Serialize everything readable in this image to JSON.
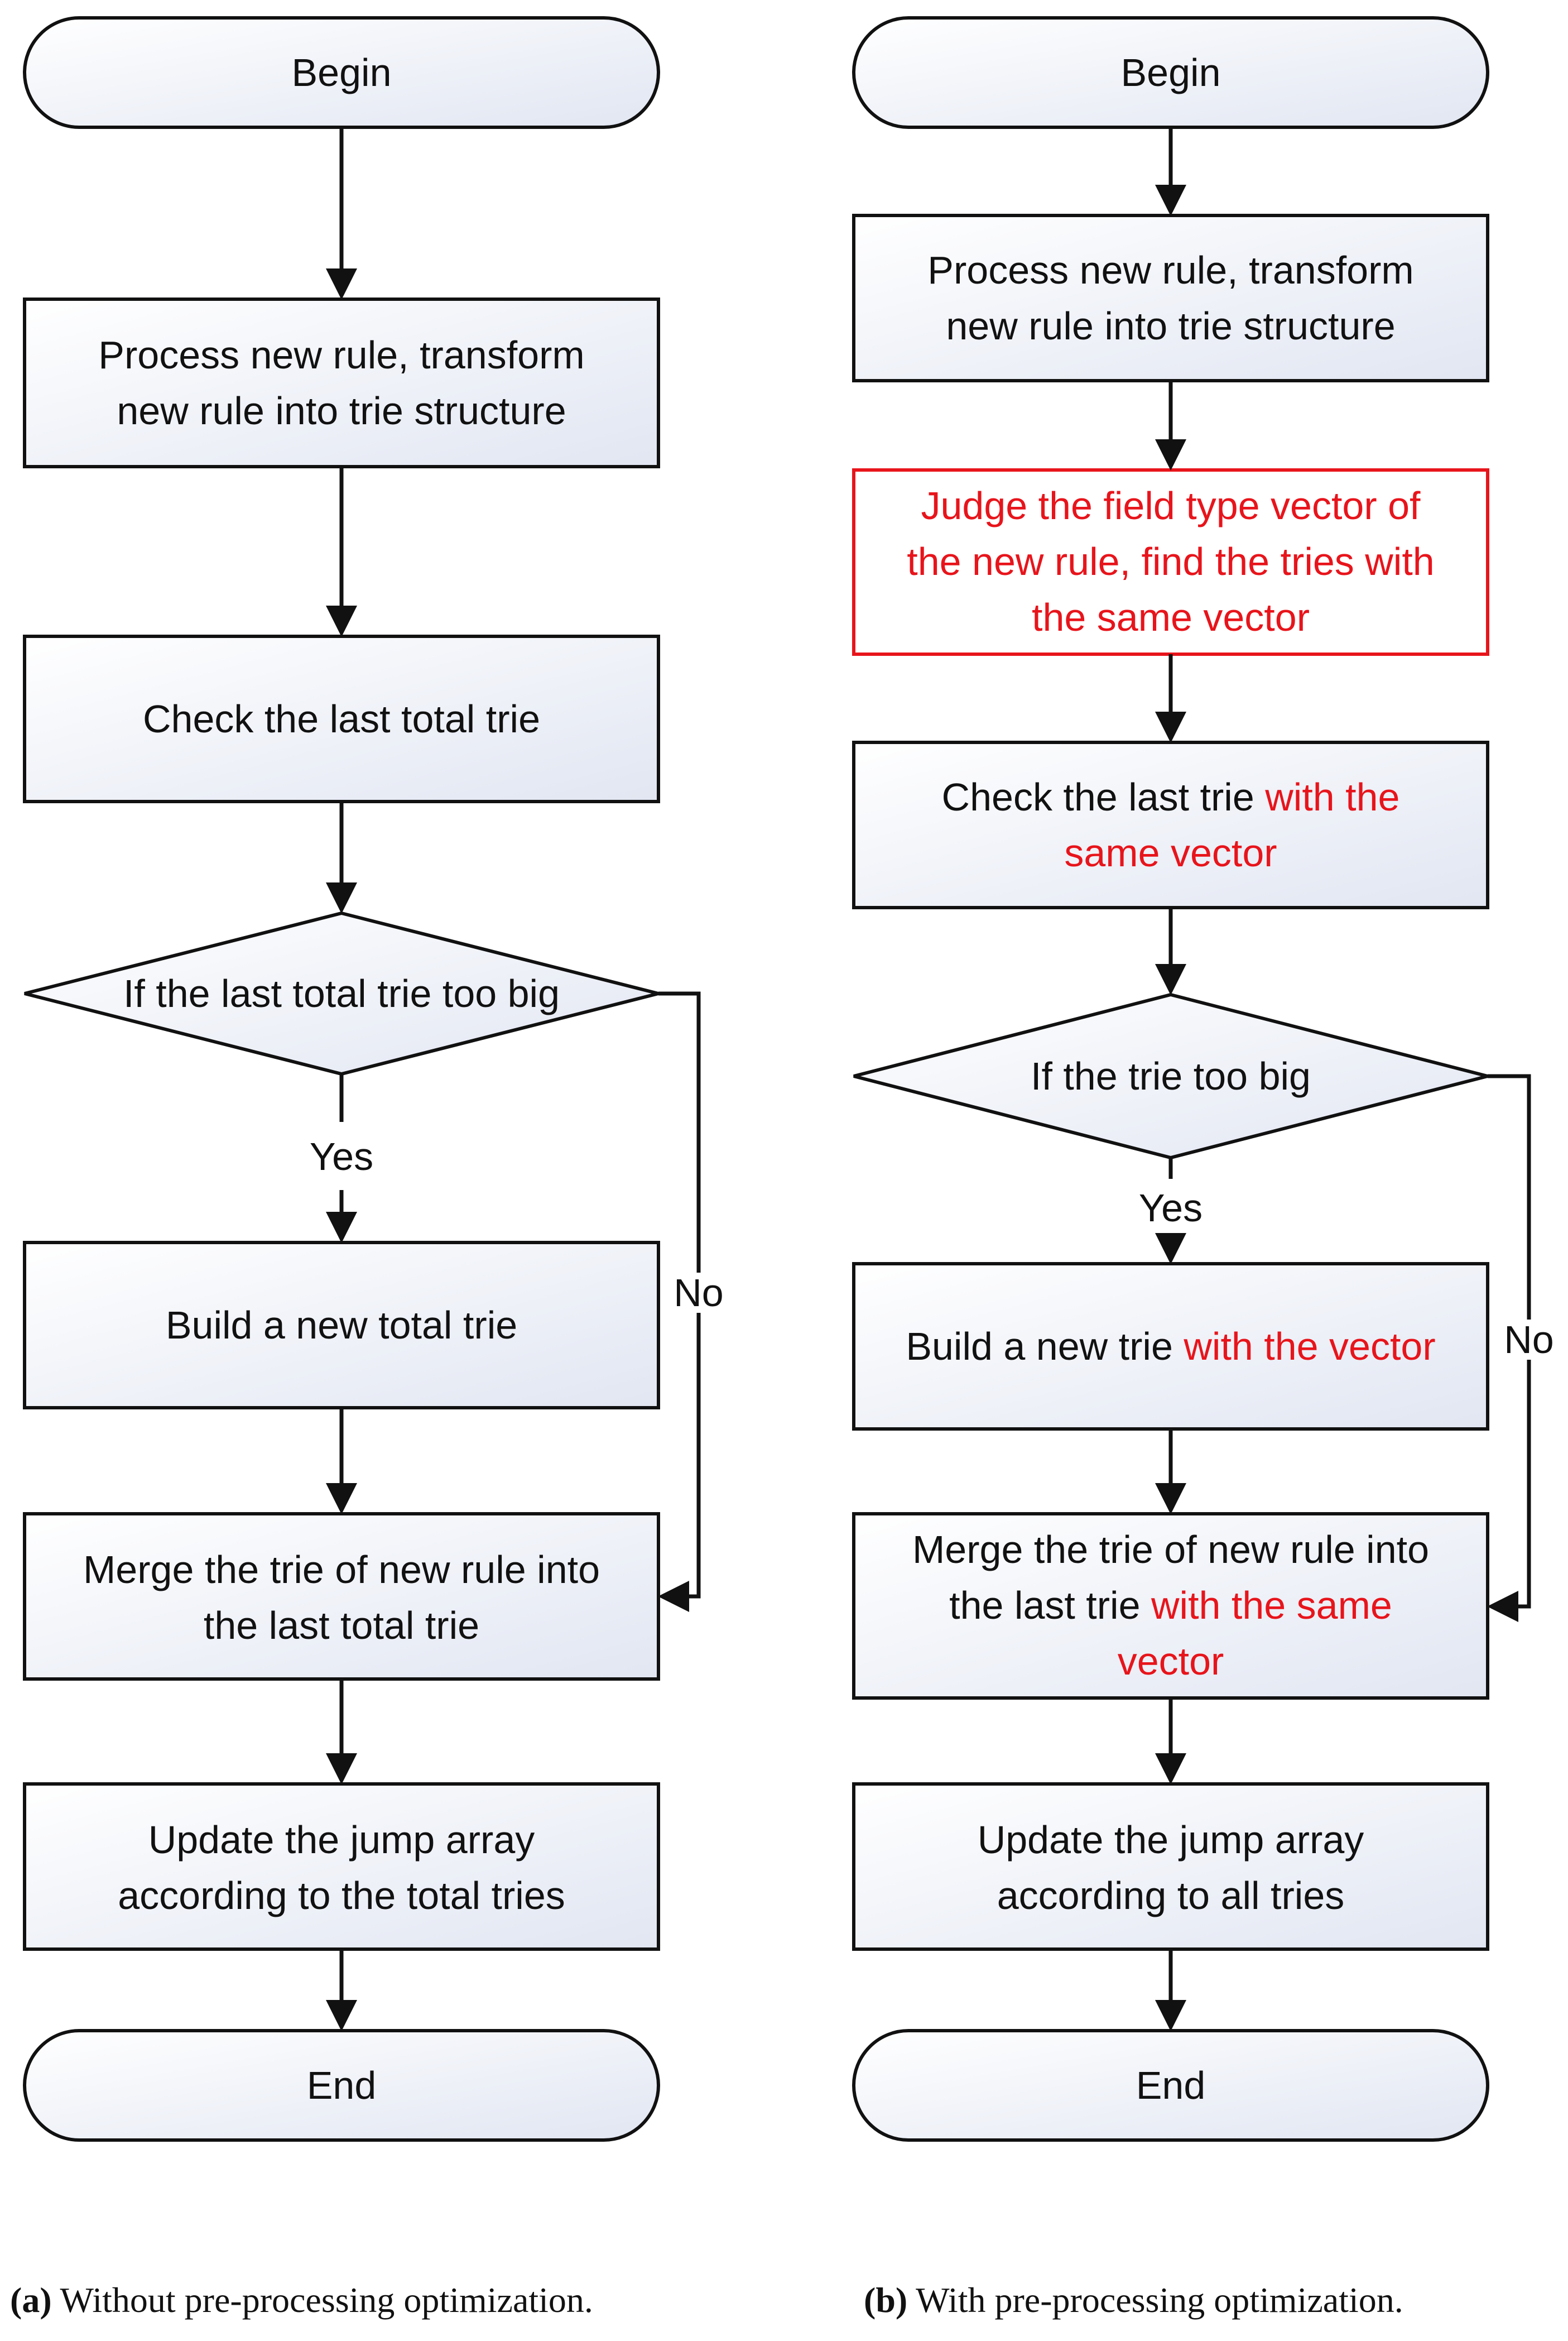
{
  "colors": {
    "stroke": "#111111",
    "highlight": "#e8141b",
    "box_fill_top": "#ffffff",
    "box_fill_bottom": "#e3e8f3"
  },
  "panel_a": {
    "begin": "Begin",
    "process_line1": "Process new rule, transform",
    "process_line2": "new rule into trie structure",
    "check": "Check the last total trie",
    "decision": "If the last total trie too big",
    "yes": "Yes",
    "no": "No",
    "build": "Build a new total trie",
    "merge_line1": "Merge the trie of new rule into",
    "merge_line2": "the last total trie",
    "update_line1": "Update the jump array",
    "update_line2": "according to the total tries",
    "end": "End",
    "caption_label": "(a)",
    "caption_text": "Without pre-processing optimization."
  },
  "panel_b": {
    "begin": "Begin",
    "process_line1": "Process new rule, transform",
    "process_line2": "new rule into trie structure",
    "judge_line1": "Judge the field type vector of",
    "judge_line2": "the new rule, find the tries with",
    "judge_line3": "the same vector",
    "check_line1_black": "Check the last trie ",
    "check_line1_red": "with the",
    "check_line2_red": "same vector",
    "decision": "If the trie too big",
    "yes": "Yes",
    "no": "No",
    "build_black": "Build a new trie ",
    "build_red": "with the vector",
    "merge_line1": "Merge the trie of new rule into",
    "merge_line2_black": "the last trie ",
    "merge_line2_red": "with the same",
    "merge_line3_red": "vector",
    "update_line1": "Update the jump array",
    "update_line2": "according to all tries",
    "end": "End",
    "caption_label": "(b)",
    "caption_text": "With pre-processing optimization."
  }
}
